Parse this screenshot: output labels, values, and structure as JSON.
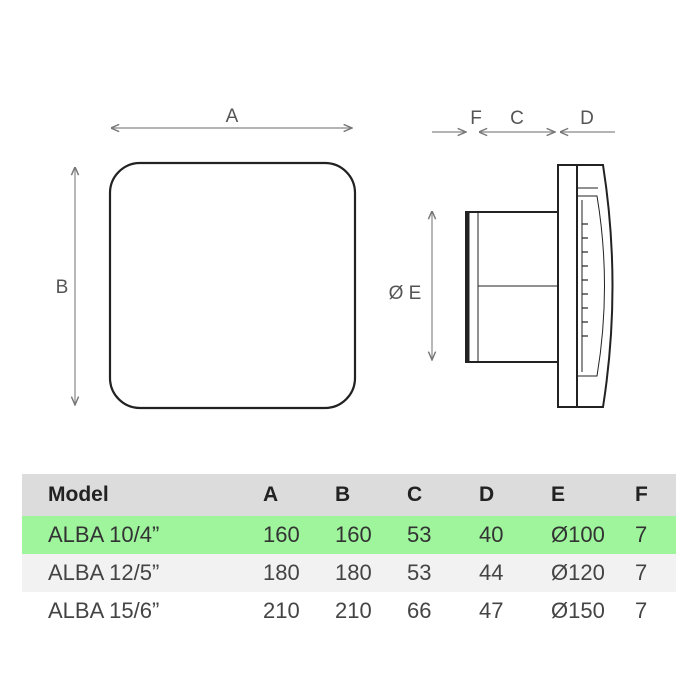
{
  "diagram": {
    "labels": {
      "a": "A",
      "b": "B",
      "c": "C",
      "d": "D",
      "e": "Ø E",
      "f": "F"
    }
  },
  "table": {
    "headers": [
      "Model",
      "A",
      "B",
      "C",
      "D",
      "E",
      "F"
    ],
    "rows": [
      [
        "ALBA 10/4”",
        "160",
        "160",
        "53",
        "40",
        "Ø100",
        "7"
      ],
      [
        "ALBA 12/5”",
        "180",
        "180",
        "53",
        "44",
        "Ø120",
        "7"
      ],
      [
        "ALBA 15/6”",
        "210",
        "210",
        "66",
        "47",
        "Ø150",
        "7"
      ]
    ],
    "highlight_color": "#9ef59c"
  }
}
